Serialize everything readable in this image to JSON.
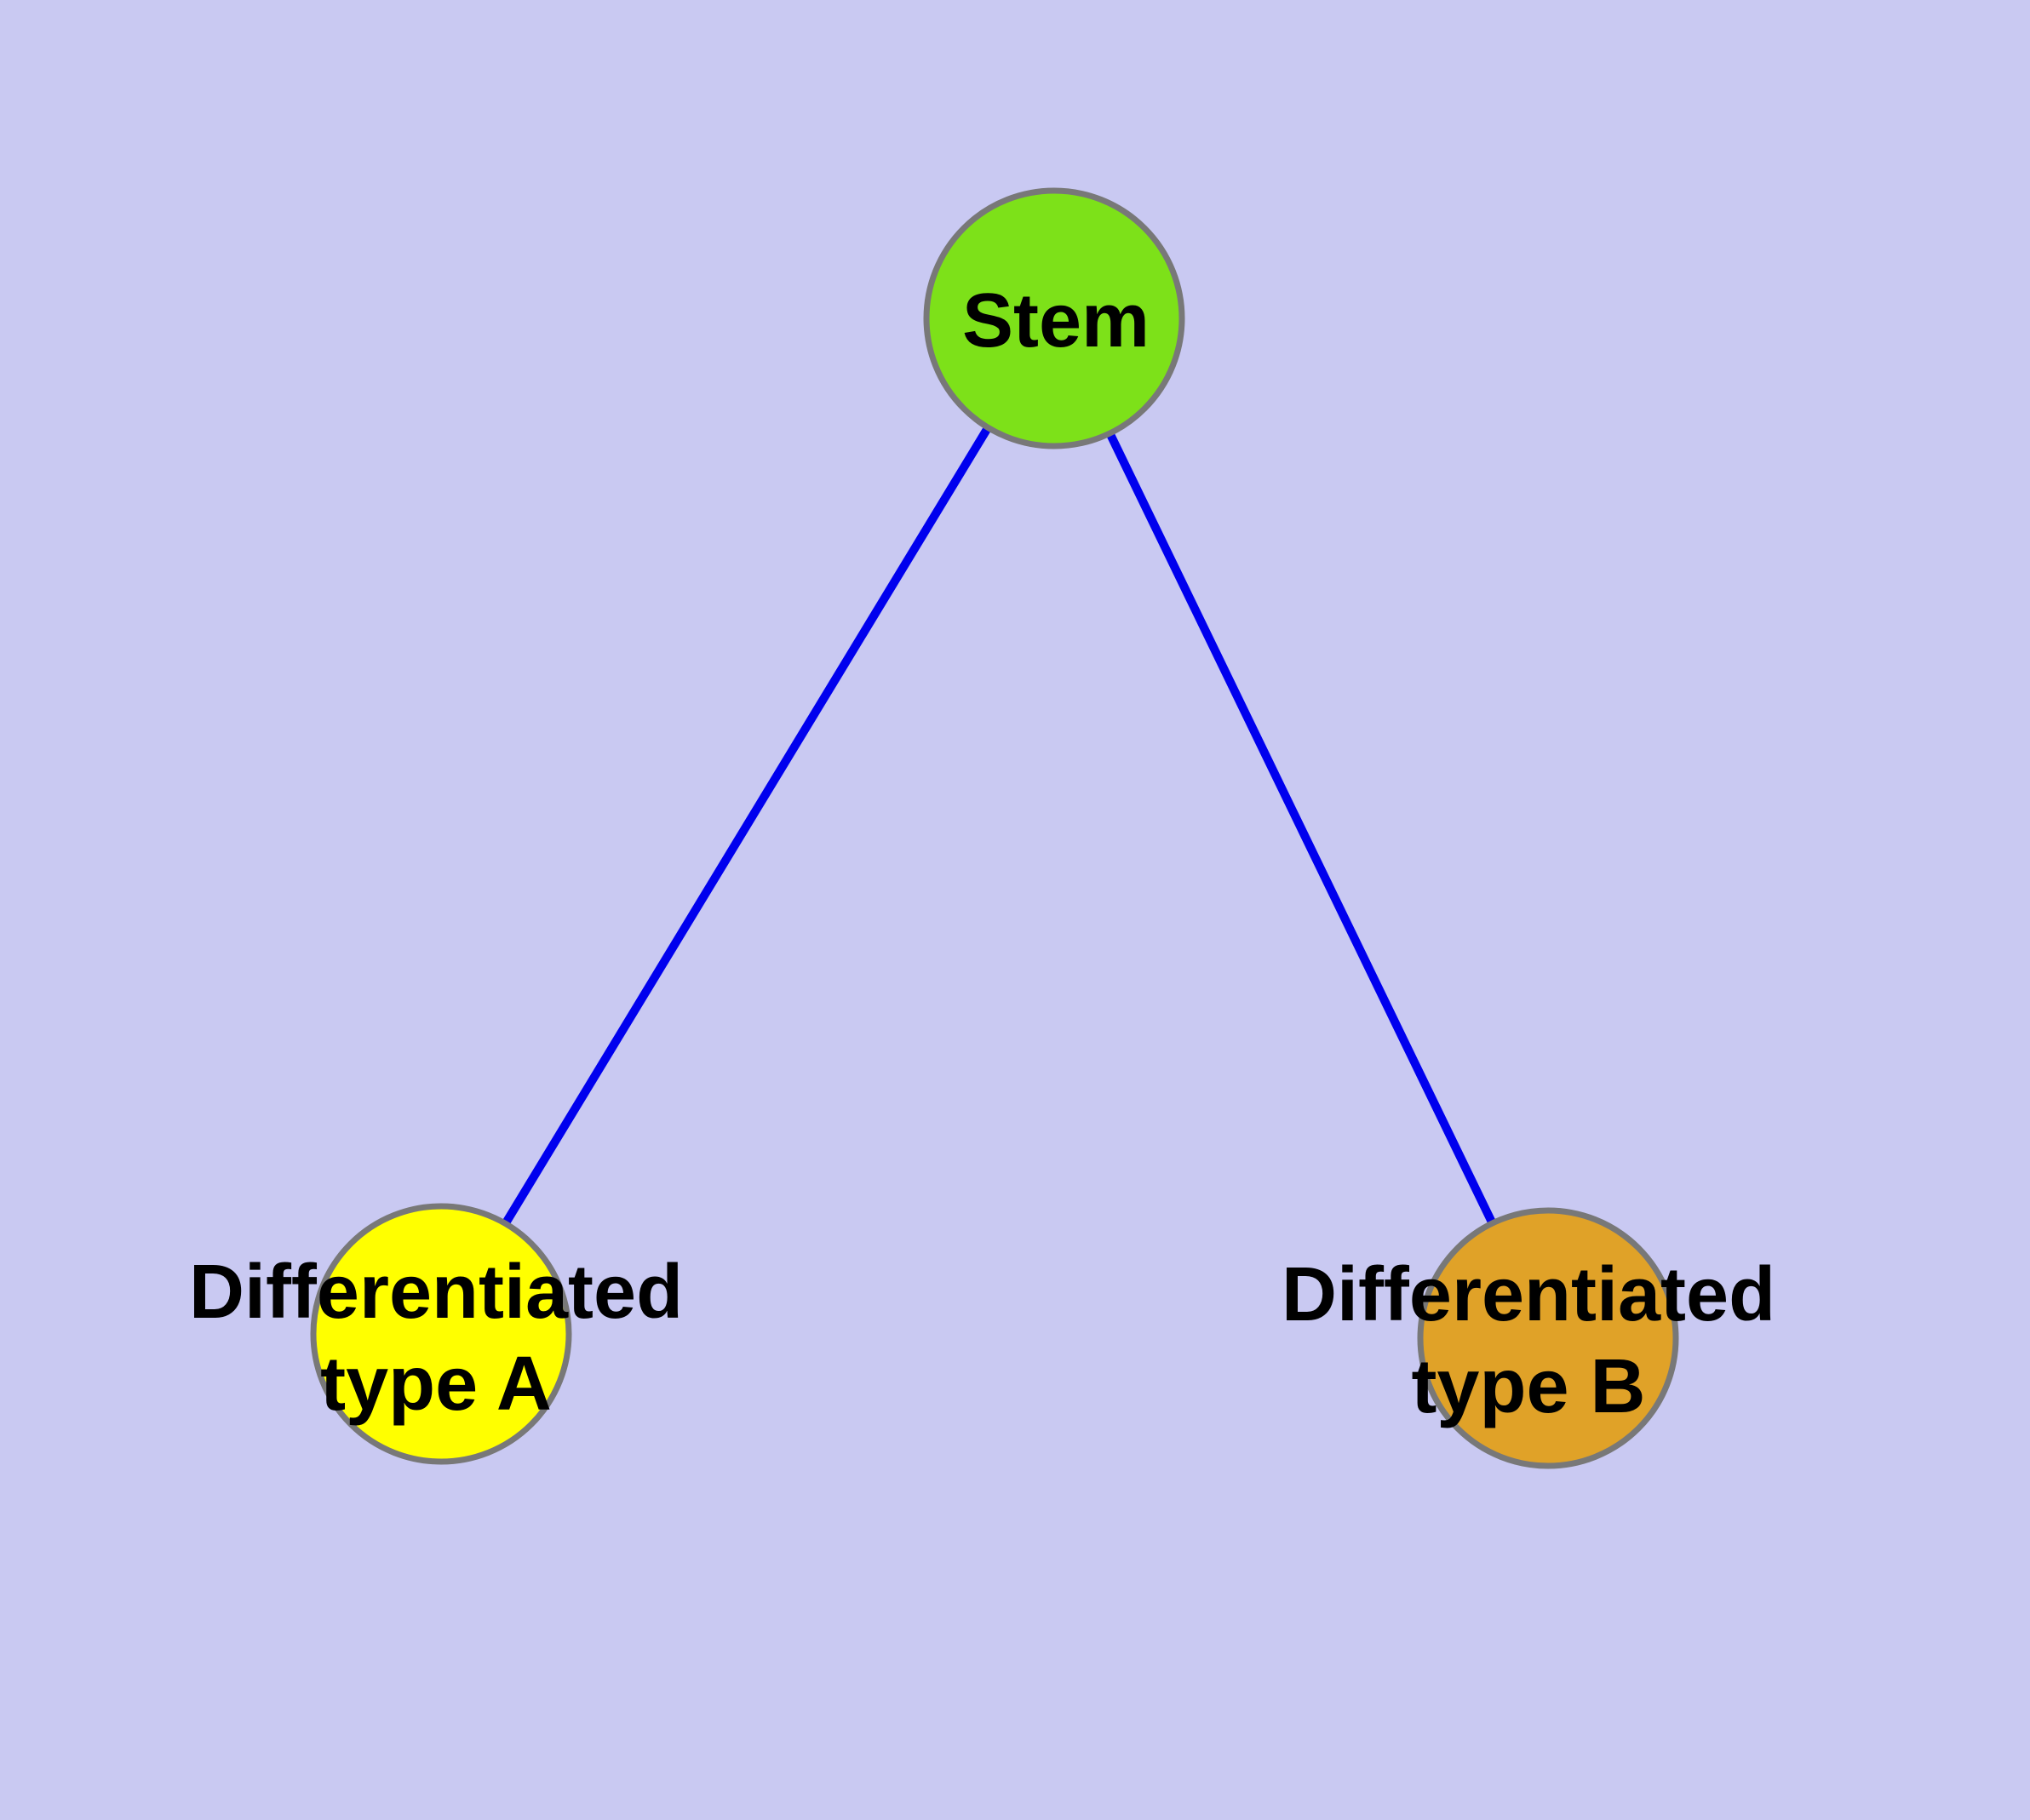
{
  "canvas": {
    "background_color": "#C9C9F2"
  },
  "edges": {
    "color": "#0000EE",
    "items": [
      {
        "from": "Stem",
        "to": "Differentiated type A"
      },
      {
        "from": "Stem",
        "to": "Differentiated type B"
      }
    ]
  },
  "nodes": {
    "stem": {
      "label": "Stem",
      "fill": "#7DE119",
      "border": "#787878"
    },
    "type_a": {
      "label": "Differentiated\ntype A",
      "fill": "#FFFF00",
      "border": "#787878"
    },
    "type_b": {
      "label": "Differentiated\ntype B",
      "fill": "#E0A228",
      "border": "#787878"
    }
  },
  "label_color": "#000000"
}
